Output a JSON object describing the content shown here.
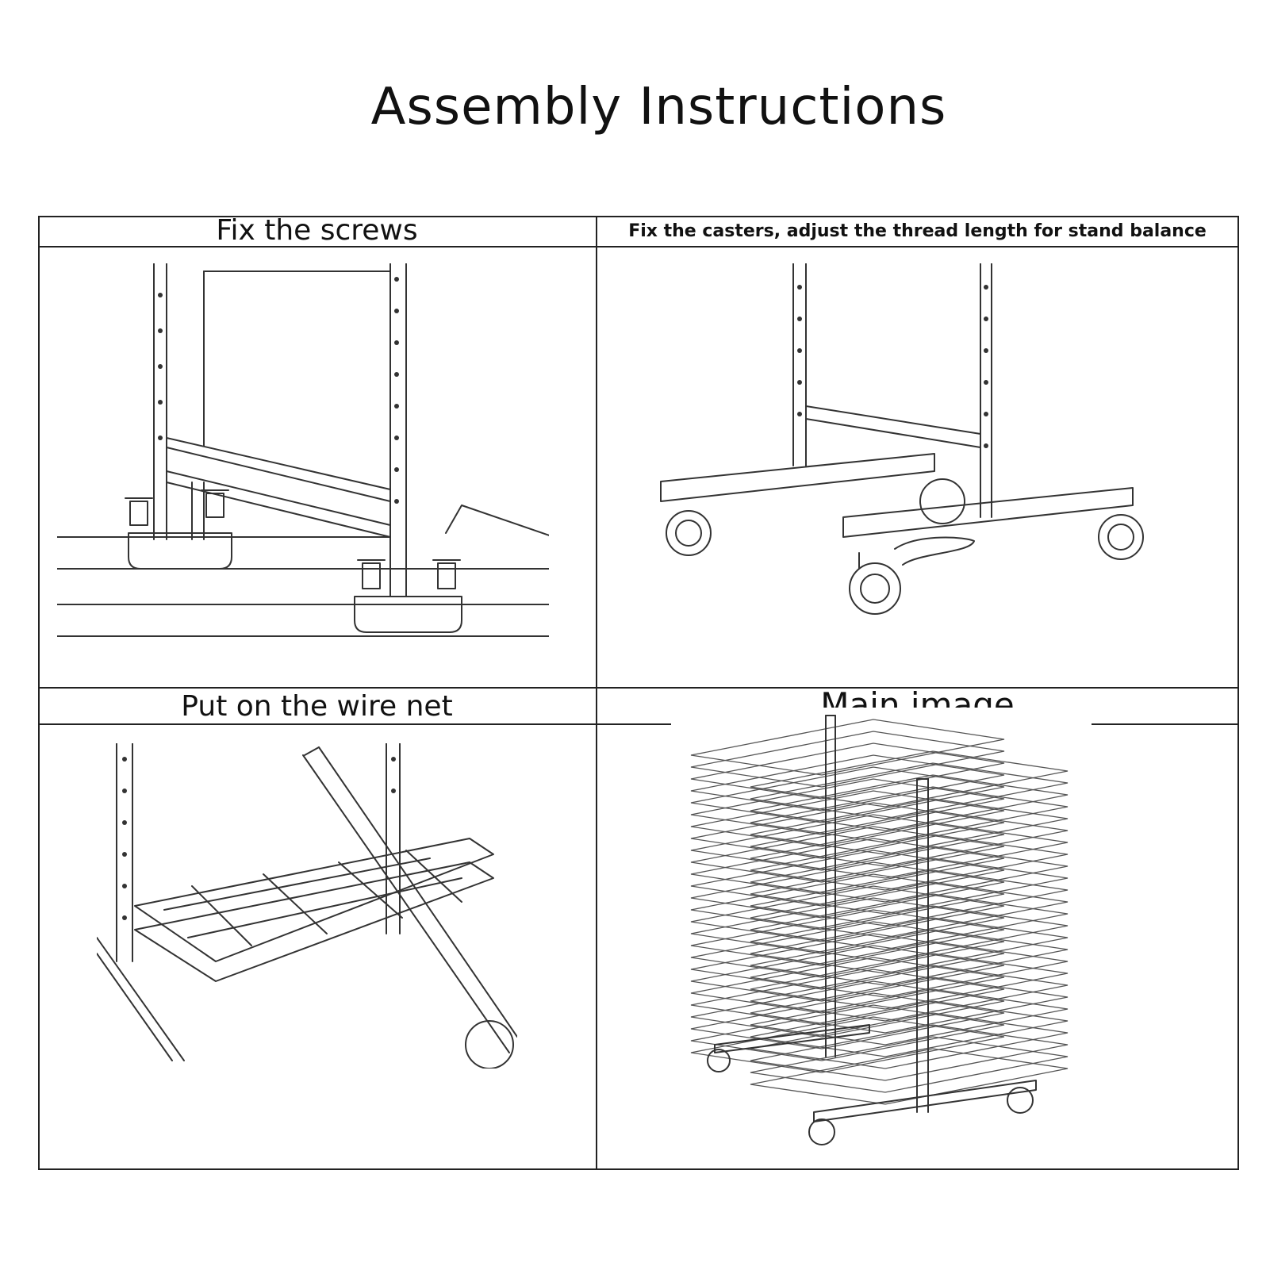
{
  "page": {
    "title": "Assembly Instructions"
  },
  "steps": [
    {
      "label": "Fix the screws",
      "figure": "screws-diagram"
    },
    {
      "label": "Fix the casters, adjust the thread length for stand balance",
      "figure": "casters-diagram"
    },
    {
      "label": "Put on the wire net",
      "figure": "wire-net-diagram"
    },
    {
      "label": "Main image",
      "figure": "drying-rack-main-image"
    }
  ]
}
